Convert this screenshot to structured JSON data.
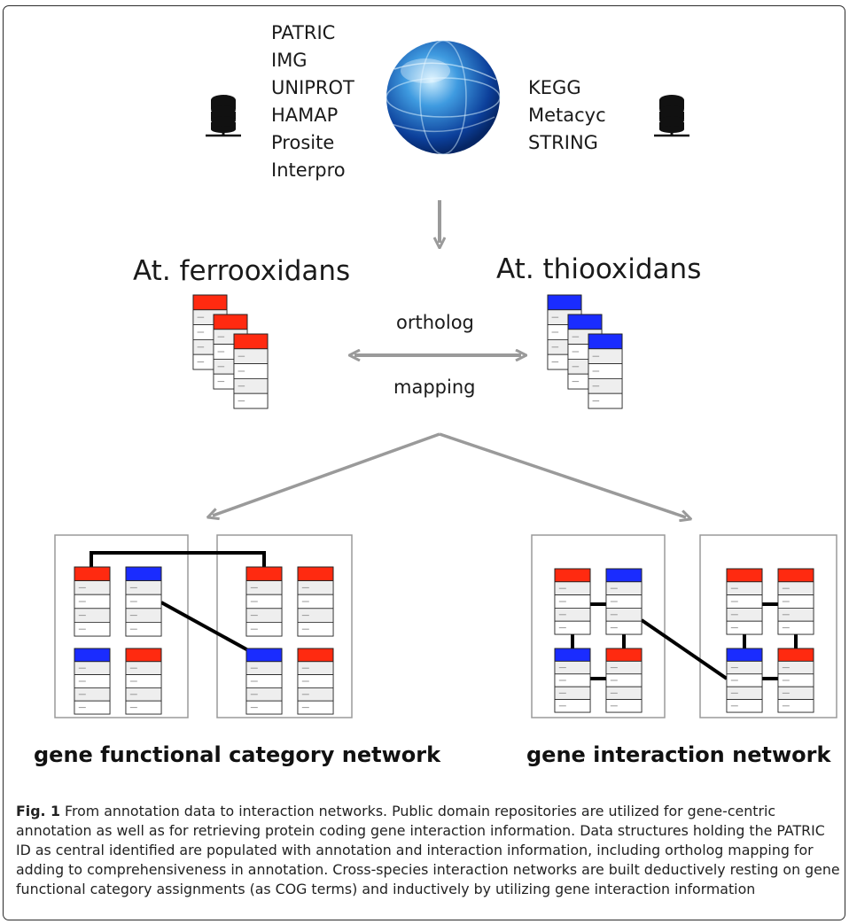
{
  "repositories_left": [
    "PATRIC",
    "IMG",
    "UNIPROT",
    "HAMAP",
    "Prosite",
    "Interpro"
  ],
  "repositories_right": [
    "KEGG",
    "Metacyc",
    "STRING"
  ],
  "icons": {
    "database": "database-server-icon",
    "globe": "globe-icon"
  },
  "species": {
    "left": "At. ferrooxidans",
    "right": "At. thiooxidans"
  },
  "mapping": {
    "top": "ortholog",
    "bottom": "mapping"
  },
  "networks": {
    "left": "gene functional category network",
    "right": "gene interaction network"
  },
  "colors": {
    "species_a": "#ff2a10",
    "species_b": "#1a2cff",
    "arrow": "#9a9a9a",
    "edge": "#000000"
  },
  "caption": {
    "label": "Fig. 1",
    "text": "From annotation data to interaction networks. Public domain repositories are utilized for gene-centric annotation as well as for retrieving protein coding gene interaction information. Data structures holding the PATRIC ID as central identified are populated with annotation and interaction information, including ortholog mapping for adding to comprehensiveness in annotation. Cross-species interaction networks are built deductively resting on gene functional category assignments (as COG terms) and inductively by utilizing gene interaction information"
  }
}
